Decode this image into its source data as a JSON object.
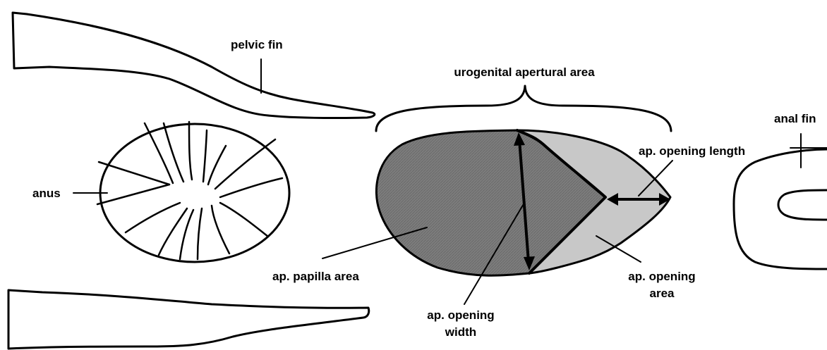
{
  "labels": {
    "pelvic_fin": "pelvic fin",
    "urogenital_apertural_area": "urogenital apertural area",
    "anal_fin": "anal fin",
    "ap_opening_length": "ap. opening length",
    "anus": "anus",
    "ap_papilla_area": "ap. papilla area",
    "ap_opening_area_line1": "ap. opening",
    "ap_opening_area_line2": "area",
    "ap_opening_width_line1": "ap. opening",
    "ap_opening_width_line2": "width"
  },
  "colors": {
    "papilla_fill": "#7a7a7a",
    "opening_fill": "#c8c8c8",
    "stroke": "#000000",
    "background": "#ffffff"
  }
}
